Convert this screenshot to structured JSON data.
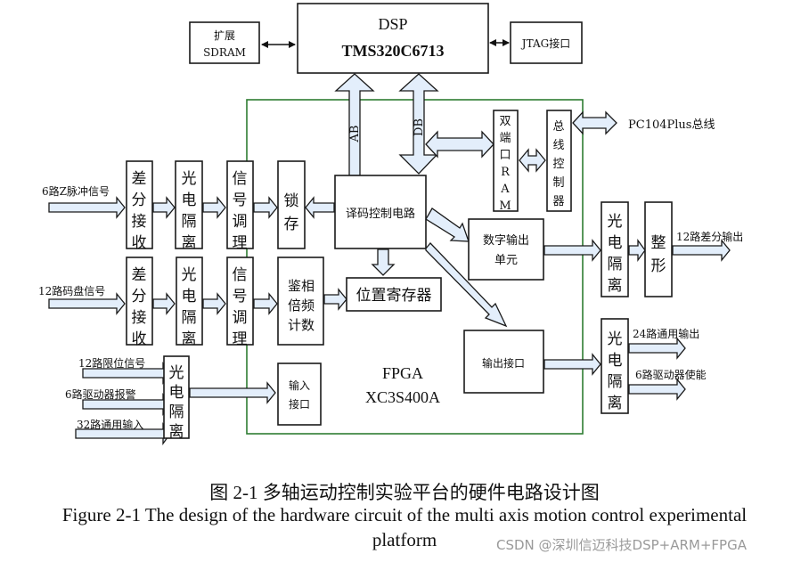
{
  "dsp": {
    "title": "DSP",
    "model": "TMS320C6713"
  },
  "sdram": {
    "line1": "扩展",
    "line2": "SDRAM"
  },
  "jtag": {
    "label": "JTAG接口"
  },
  "buses": {
    "ab": "AB",
    "db": "DB",
    "pc104": "PC104Plus总线"
  },
  "fpga": {
    "title": "FPGA",
    "model": "XC3S400A",
    "border_color": "#2e7d32"
  },
  "inputs": {
    "z_pulse": "6路Z脉冲信号",
    "encoder": "12路码盘信号",
    "limit": "12路限位信号",
    "driver_alarm": "6路驱动器报警",
    "general_in": "32路通用输入"
  },
  "blocks": {
    "diff_recv": [
      "差",
      "分",
      "接",
      "收"
    ],
    "opto": [
      "光",
      "电",
      "隔",
      "离"
    ],
    "signal_cond": [
      "信",
      "号",
      "调",
      "理"
    ],
    "latch": [
      "锁",
      "存"
    ],
    "phase_count": [
      "鉴相",
      "倍频",
      "计数"
    ],
    "decoder": "译码控制电路",
    "pos_reg": "位置寄存器",
    "dpram": [
      "双",
      "端",
      "口",
      "R",
      "A",
      "M"
    ],
    "bus_ctrl": [
      "总",
      "线",
      "控",
      "制",
      "器"
    ],
    "digital_out": [
      "数字输出",
      "单元"
    ],
    "output_if": "输出接口",
    "input_if": [
      "输入",
      "接口"
    ],
    "shaping": [
      "整",
      "形"
    ]
  },
  "outputs": {
    "diff_out": "12路差分输出",
    "general_out": "24路通用输出",
    "driver_enable": "6路驱动器使能"
  },
  "caption": {
    "cn": "图 2-1  多轴运动控制实验平台的硬件电路设计图",
    "en_line1": "Figure 2-1 The design of the hardware circuit of the multi axis motion control experimental",
    "en_line2": "platform"
  },
  "watermark": "CSDN @深圳信迈科技DSP+ARM+FPGA",
  "colors": {
    "arrow_fill": "#e3eefb",
    "stroke": "#1a1a1a"
  }
}
